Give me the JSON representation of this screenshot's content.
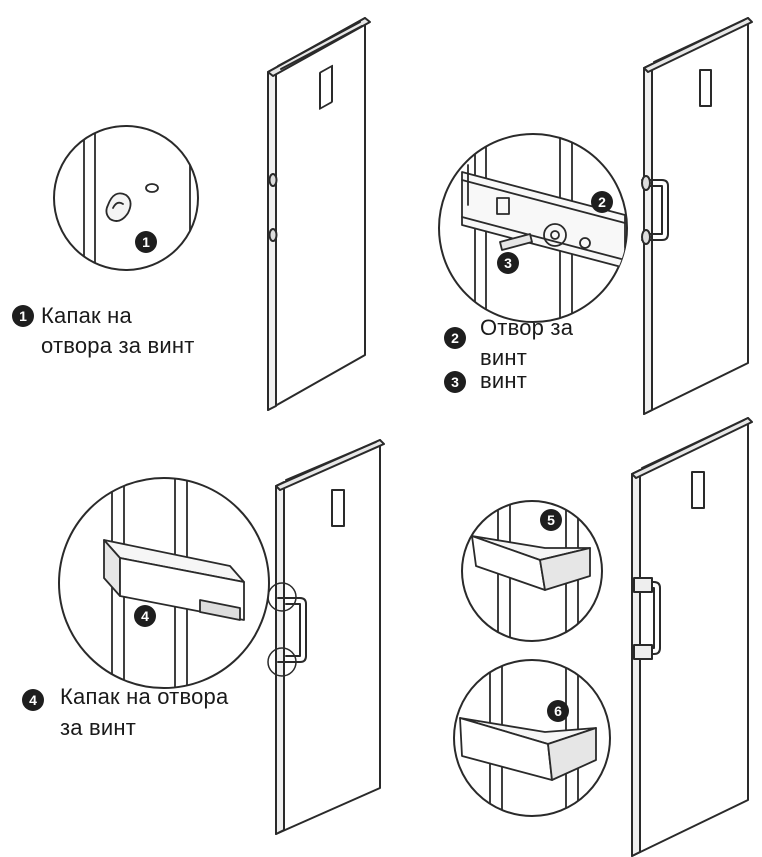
{
  "markers": [
    "1",
    "2",
    "3",
    "4",
    "5",
    "6"
  ],
  "legend": {
    "item1_line1": "Капак на",
    "item1_line2": "отвора за винт",
    "item2_line1": "Отвор за",
    "item2_line2": "винт",
    "item3": "винт",
    "item4_line1": "Капак на отвора",
    "item4_line2": "за винт"
  }
}
